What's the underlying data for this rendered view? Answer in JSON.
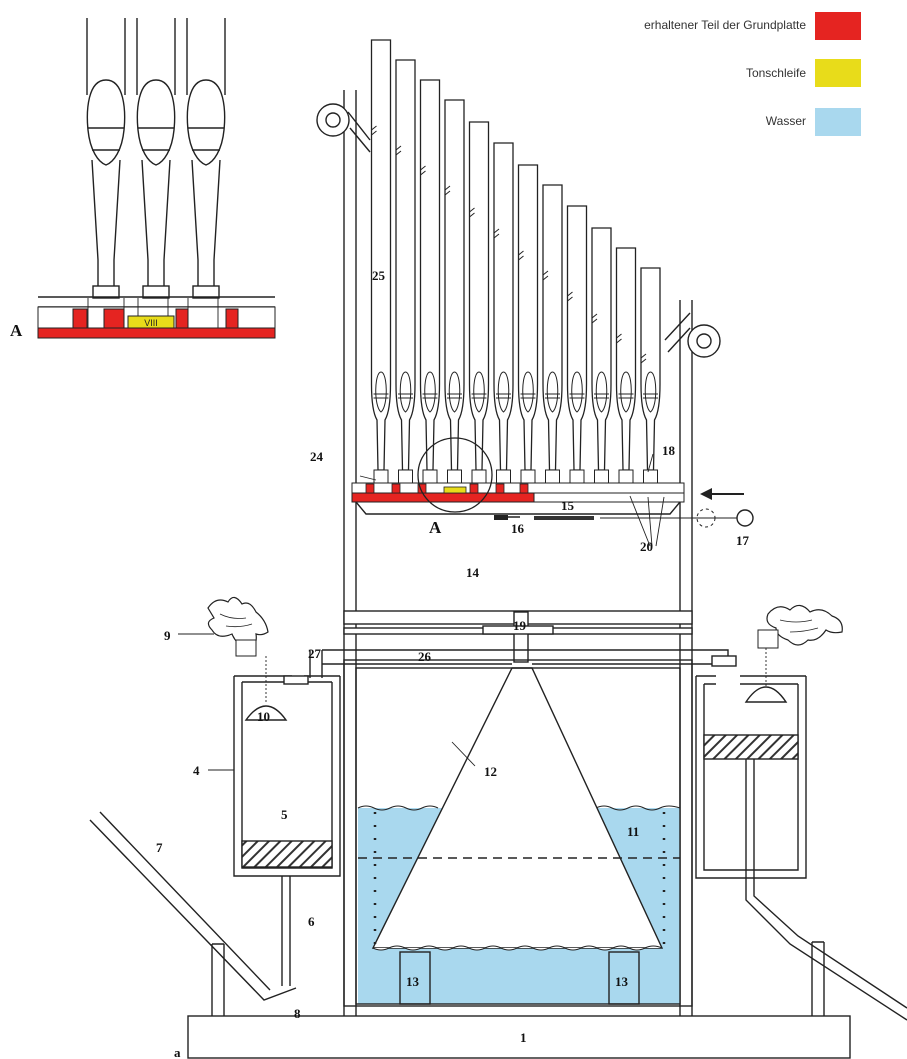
{
  "legend": [
    {
      "label": "erhaltener Teil der Grundplatte",
      "color": "#e52421"
    },
    {
      "label": "Tonschleife",
      "color": "#e8dc1a"
    },
    {
      "label": "Wasser",
      "color": "#a9d8ee"
    }
  ],
  "colors": {
    "line": "#222222",
    "red": "#e52421",
    "yellow": "#e8dc1a",
    "water": "#a9d8ee",
    "hatch": "#333333"
  },
  "detail": {
    "letter": "A",
    "slider_mark": "VIII"
  },
  "main_letter": "A",
  "corner_letter": "a",
  "labels": {
    "n1": "1",
    "n4": "4",
    "n5": "5",
    "n6": "6",
    "n7": "7",
    "n8": "8",
    "n9": "9",
    "n10": "10",
    "n11": "11",
    "n12": "12",
    "n13a": "13",
    "n13b": "13",
    "n14": "14",
    "n15": "15",
    "n16": "16",
    "n17": "17",
    "n18": "18",
    "n19": "19",
    "n20": "20",
    "n24": "24",
    "n25": "25",
    "n26": "26",
    "n27": "27"
  }
}
